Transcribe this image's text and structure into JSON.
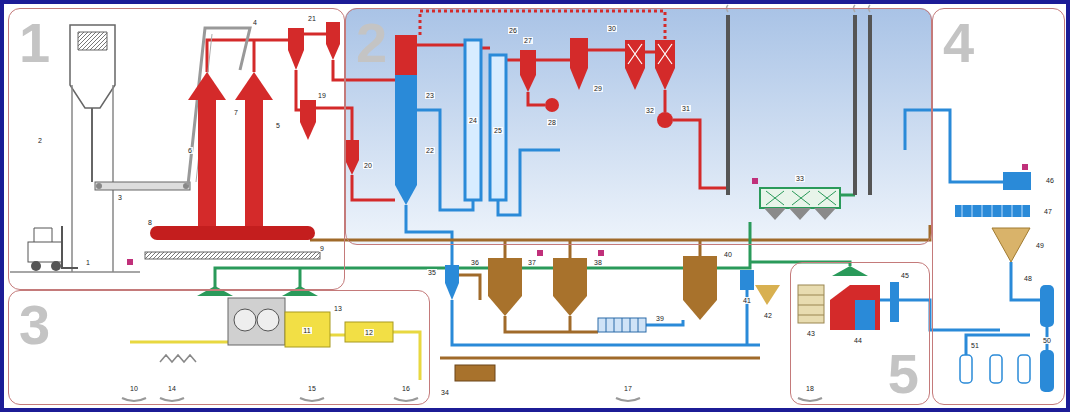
{
  "diagram": {
    "nodes": [
      {
        "text": [
          "1"
        ]
      },
      {
        "text": [
          "2"
        ]
      },
      {
        "text": [
          "4"
        ]
      },
      {
        "text": [
          "3"
        ]
      },
      {
        "text": [
          "5"
        ]
      }
    ],
    "labels": [
      "1",
      "2",
      "3",
      "4",
      "5",
      "6",
      "7",
      "8",
      "9",
      "10",
      "11",
      "12",
      "13",
      "14",
      "15",
      "16",
      "17",
      "18",
      "19",
      "20",
      "21",
      "22",
      "23",
      "24",
      "25",
      "26",
      "27",
      "28",
      "29",
      "30",
      "31",
      "32",
      "33",
      "34",
      "35",
      "36",
      "37",
      "38",
      "39",
      "40",
      "41",
      "42",
      "43",
      "44",
      "45",
      "46",
      "47",
      "48",
      "49",
      "50",
      "51"
    ]
  }
}
